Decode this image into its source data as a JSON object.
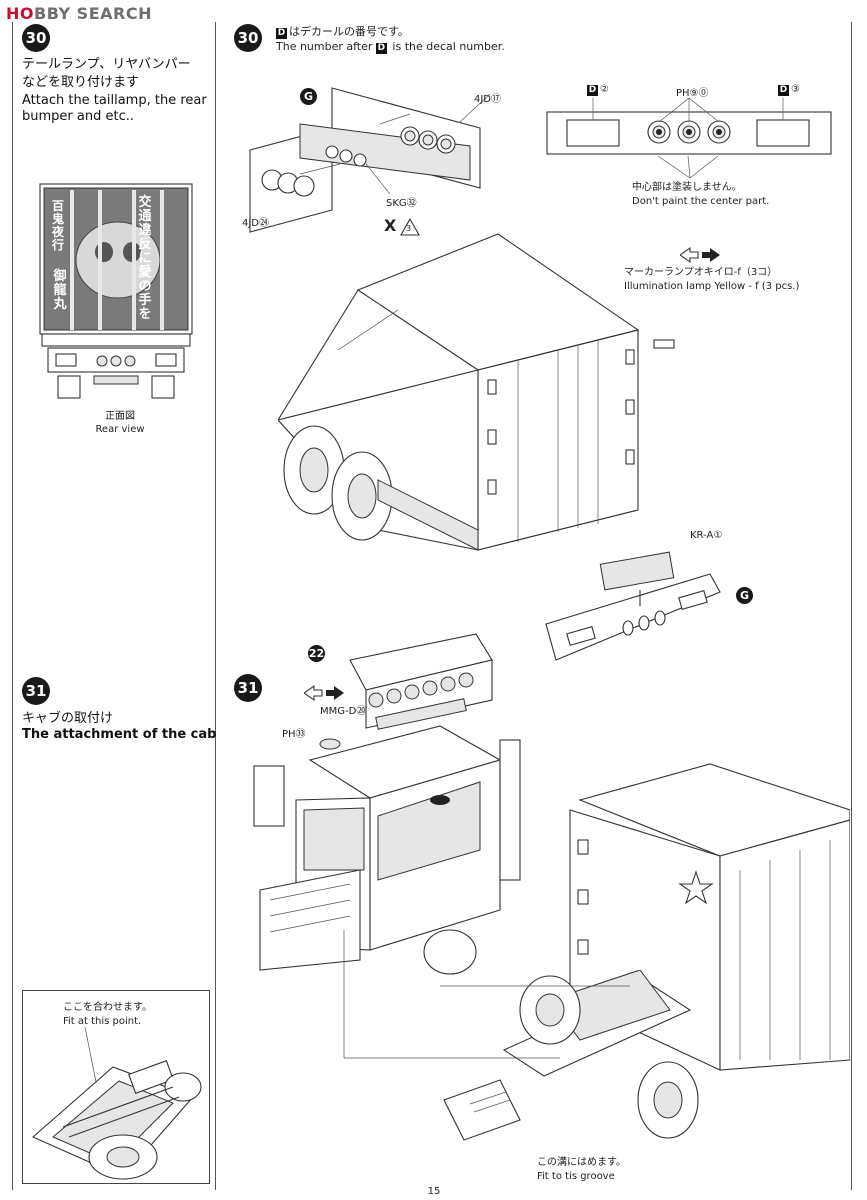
{
  "header": {
    "logo_main": "H",
    "logo_rest": "BBY SEARCH",
    "logo_mark": "O"
  },
  "page": {
    "number": "15"
  },
  "step30_left": {
    "badge": "30",
    "title_jp_1": "テールランプ、リヤバンパー",
    "title_jp_2": "などを取り付けます",
    "title_en_1": "Attach the taillamp, the rear",
    "title_en_2": "bumper and etc..",
    "rear_sign_1": "交通違反に愛の手を",
    "rear_sign_2": "百鬼夜行",
    "rear_sign_3": "御龍丸",
    "rear_view_jp": "正面図",
    "rear_view_en": "Rear view"
  },
  "step31_left": {
    "badge": "31",
    "title_jp": "キャブの取付け",
    "title_en": "The attachment of the cab",
    "inset_jp": "ここを合わせます。",
    "inset_en": "Fit at this point."
  },
  "step30_right": {
    "badge": "30",
    "note_box": "D",
    "note_jp": "はデカールの番号です。",
    "note_en_pre": "The number after",
    "note_en_post": "is the decal number.",
    "part_g1": "G",
    "part_4jd17": "4JD⑰",
    "part_4jd24": "4JD㉔",
    "part_skg82": "SKG㉜",
    "warn": "X",
    "warn_num": "3",
    "decal_d2": "②",
    "decal_d3": "③",
    "decal_ph90": "PH⑨⓪",
    "center_jp": "中心部は塗装しません。",
    "center_en": "Don't paint the center part.",
    "marker_jp": "マーカーランプオキイロ-f（3コ）",
    "marker_en": "Illumination lamp Yellow - f (3 pcs.)",
    "part_kra1": "KR-A①",
    "part_g2": "G"
  },
  "step31_right": {
    "badge": "31",
    "part_22": "22",
    "part_mmgd20": "MMG-D⑳",
    "part_ph93": "PH㉝",
    "groove_jp": "この溝にはめます。",
    "groove_en": "Fit to tis groove"
  }
}
